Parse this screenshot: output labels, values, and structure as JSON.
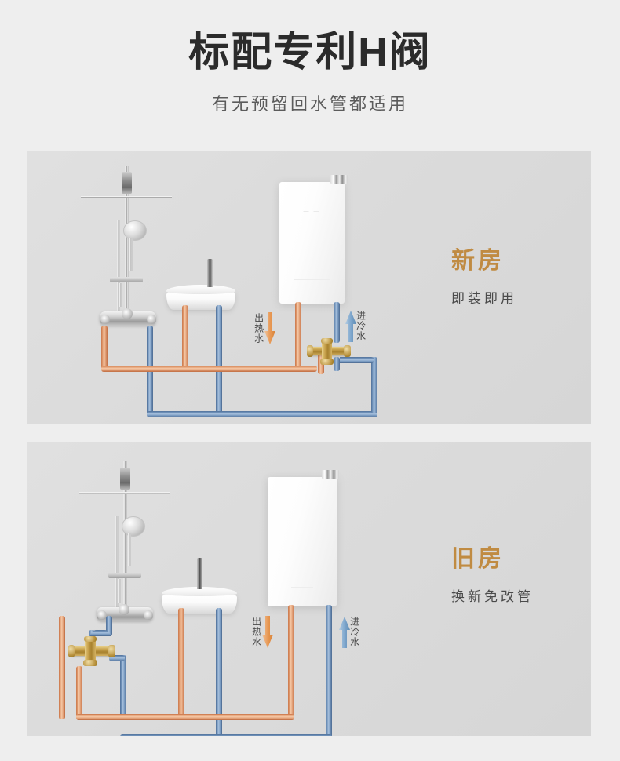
{
  "header": {
    "title": "标配专利H阀",
    "subtitle": "有无预留回水管都适用"
  },
  "panels": [
    {
      "id": "new-house",
      "caption_title": "新房",
      "caption_subtitle": "即装即用",
      "caption_color": "#c08b42",
      "flow_labels": [
        {
          "text": "出热水",
          "direction": "down",
          "color": "#e8a06a",
          "name": "hot-water-out"
        },
        {
          "text": "进冷水",
          "direction": "up",
          "color": "#7ea3c9",
          "name": "cold-water-in"
        }
      ],
      "components": {
        "shower": "shower-column",
        "sink": "wash-basin",
        "heater": "gas-water-heater",
        "valve": "h-valve"
      }
    },
    {
      "id": "old-house",
      "caption_title": "旧房",
      "caption_subtitle": "换新免改管",
      "caption_color": "#c08b42",
      "flow_labels": [
        {
          "text": "出热水",
          "direction": "down",
          "color": "#e8a06a",
          "name": "hot-water-out"
        },
        {
          "text": "进冷水",
          "direction": "up",
          "color": "#7ea3c9",
          "name": "cold-water-in"
        }
      ],
      "components": {
        "shower": "shower-column",
        "sink": "wash-basin",
        "heater": "gas-water-heater",
        "valve": "h-valve"
      }
    }
  ],
  "colors": {
    "page_background": "#eeeeee",
    "panel_background": "#dbdbdb",
    "hot_pipe": "#d9936b",
    "cold_pipe": "#6d8cb5",
    "brass": "#c9a34e",
    "accent_gold": "#c08b42",
    "title_text": "#2b2b2b",
    "body_text": "#5b5b5b"
  }
}
